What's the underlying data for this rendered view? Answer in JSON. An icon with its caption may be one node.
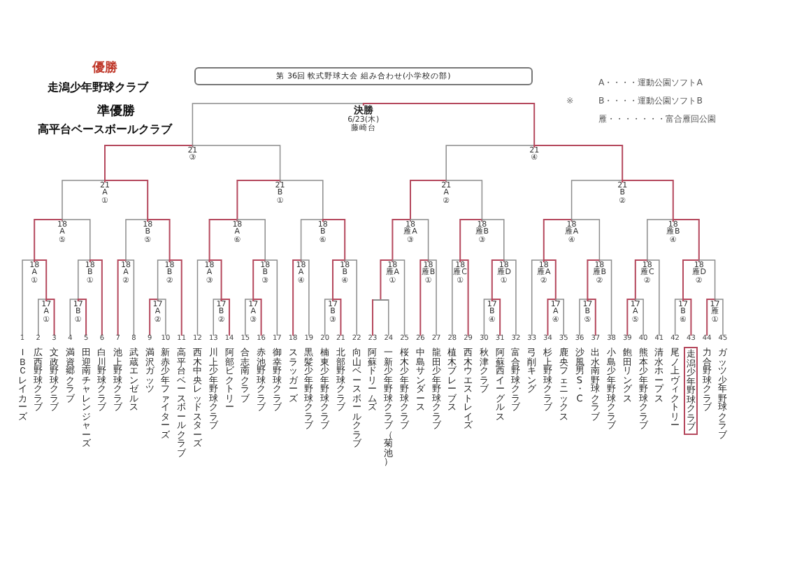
{
  "diagram": {
    "title": "第 36回 軟式野球大会 組み合わせ(小学校の部)",
    "nodes": [
      {
        "text": [
          "決勝",
          "6/23(木) 藤崎台"
        ]
      },
      {
        "text": [
          "21 ③"
        ]
      },
      {
        "text": [
          "21 ④"
        ]
      },
      {
        "text": [
          "21 A ①"
        ]
      },
      {
        "text": [
          "21 B ①"
        ]
      },
      {
        "text": [
          "21 A ②"
        ]
      },
      {
        "text": [
          "21 B ②"
        ]
      },
      {
        "text": [
          "18 A ⑤"
        ]
      },
      {
        "text": [
          "18 B ⑤"
        ]
      },
      {
        "text": [
          "18 A ⑥"
        ]
      },
      {
        "text": [
          "18 B ⑥"
        ]
      },
      {
        "text": [
          "18 雁A ③"
        ]
      },
      {
        "text": [
          "18 雁B ③"
        ]
      },
      {
        "text": [
          "18 雁A ④"
        ]
      },
      {
        "text": [
          "18 雁B ④"
        ]
      },
      {
        "text": [
          "18 A ①"
        ]
      },
      {
        "text": [
          "18 B ①"
        ]
      },
      {
        "text": [
          "18 A ②"
        ]
      },
      {
        "text": [
          "18 B ②"
        ]
      },
      {
        "text": [
          "18 A ③"
        ]
      },
      {
        "text": [
          "18 B ③"
        ]
      },
      {
        "text": [
          "18 A ④"
        ]
      },
      {
        "text": [
          "18 B ④"
        ]
      },
      {
        "text": [
          "18 雁A ①"
        ]
      },
      {
        "text": [
          "18 雁B ①"
        ]
      },
      {
        "text": [
          "18 雁C ①"
        ]
      },
      {
        "text": [
          "18 雁D ①"
        ]
      },
      {
        "text": [
          "18 雁A ②"
        ]
      },
      {
        "text": [
          "18 雁B ②"
        ]
      },
      {
        "text": [
          "18 雁C ②"
        ]
      },
      {
        "text": [
          "18 雁D ②"
        ]
      },
      {
        "text": [
          "17 A ①"
        ]
      },
      {
        "text": [
          "17 B ①"
        ]
      },
      {
        "text": [
          "17 A ②"
        ]
      },
      {
        "text": [
          "17 B ②"
        ]
      },
      {
        "text": [
          "17 A ③"
        ]
      },
      {
        "text": [
          "17 B ③"
        ]
      },
      {
        "text": [],
        "shape": "bar"
      },
      {
        "text": [
          "17 B ④"
        ]
      },
      {
        "text": [
          "17 A ④"
        ]
      },
      {
        "text": [
          "17 B ⑤"
        ]
      },
      {
        "text": [
          "17 A ⑤"
        ]
      },
      {
        "text": [
          "17 B ⑥"
        ]
      },
      {
        "text": [
          "17 雁 ①"
        ]
      },
      {
        "text": [
          "1",
          "ＩＢＣレイカーズ"
        ]
      },
      {
        "text": [
          "2",
          "広西野球クラブ"
        ]
      },
      {
        "text": [
          "3",
          "文政野球クラブ"
        ]
      },
      {
        "text": [
          "4",
          "満資郷クラブ"
        ]
      },
      {
        "text": [
          "5",
          "田迎南チャレンジャーズ"
        ]
      },
      {
        "text": [
          "6",
          "白川野球クラブ"
        ]
      },
      {
        "text": [
          "7",
          "池上野球クラブ"
        ]
      },
      {
        "text": [
          "8",
          "武蔵エンゼルス"
        ]
      },
      {
        "text": [
          "9",
          "満沢ガッツ"
        ]
      },
      {
        "text": [
          "10",
          "新赤少年ファイターズ"
        ]
      },
      {
        "text": [
          "11",
          "高平台ベースボールクラブ"
        ]
      },
      {
        "text": [
          "12",
          "西木中央レッドスターズ"
        ]
      },
      {
        "text": [
          "13",
          "川上少年野球クラブ"
        ]
      },
      {
        "text": [
          "14",
          "阿部ビクトリー"
        ]
      },
      {
        "text": [
          "15",
          "合志南クラブ"
        ]
      },
      {
        "text": [
          "16",
          "赤池野球クラブ"
        ]
      },
      {
        "text": [
          "17",
          "御幸野球クラブ"
        ]
      },
      {
        "text": [
          "18",
          "スラッガーズ"
        ]
      },
      {
        "text": [
          "19",
          "黒髪少年野球クラブ"
        ]
      },
      {
        "text": [
          "20",
          "楠東少年野球クラブ"
        ]
      },
      {
        "text": [
          "21",
          "北部野球クラブ"
        ]
      },
      {
        "text": [
          "22",
          "向山ベースボールクラブ"
        ]
      },
      {
        "text": [
          "23",
          "阿蘇ドリームズ"
        ]
      },
      {
        "text": [
          "24",
          "一新少年野球クラブ（菊池）"
        ]
      },
      {
        "text": [
          "25",
          "桜木少年野球クラブ"
        ]
      },
      {
        "text": [
          "26",
          "中島サンダース"
        ]
      },
      {
        "text": [
          "27",
          "龍田少年野球クラブ"
        ]
      },
      {
        "text": [
          "28",
          "植木ブレーブス"
        ]
      },
      {
        "text": [
          "29",
          "西木ウエストレイズ"
        ]
      },
      {
        "text": [
          "30",
          "秋津クラブ"
        ]
      },
      {
        "text": [
          "31",
          "阿蘇西イーグルス"
        ]
      },
      {
        "text": [
          "32",
          "富合野球クラブ"
        ]
      },
      {
        "text": [
          "33",
          "弓削キング"
        ]
      },
      {
        "text": [
          "34",
          "杉上野球クラブ"
        ]
      },
      {
        "text": [
          "35",
          "鹿央フェニックス"
        ]
      },
      {
        "text": [
          "36",
          "沙風男S・C"
        ]
      },
      {
        "text": [
          "37",
          "出水南野球クラブ"
        ]
      },
      {
        "text": [
          "38",
          "小島少年野球クラブ"
        ]
      },
      {
        "text": [
          "39",
          "飽田リングス"
        ]
      },
      {
        "text": [
          "40",
          "熊本少年野球クラブ"
        ]
      },
      {
        "text": [
          "41",
          "清水ホープス"
        ]
      },
      {
        "text": [
          "42",
          "尾ノ上ヴィクトリー"
        ]
      },
      {
        "text": [
          "43",
          "走潟少年野球クラブ"
        ]
      },
      {
        "text": [
          "44",
          "力合野球クラブ"
        ]
      },
      {
        "text": [
          "45",
          "ガッツ少年野球クラブ"
        ]
      }
    ],
    "edges": [
      {
        "from": 1,
        "to": 0,
        "arrow": "none"
      },
      {
        "from": 2,
        "to": 0,
        "arrow": "none",
        "color": "#b5485d"
      },
      {
        "from": 3,
        "to": 1,
        "arrow": "none",
        "color": "#b5485d"
      },
      {
        "from": 4,
        "to": 1,
        "arrow": "none"
      },
      {
        "from": 5,
        "to": 2,
        "arrow": "none"
      },
      {
        "from": 6,
        "to": 2,
        "arrow": "none",
        "color": "#b5485d"
      },
      {
        "from": 7,
        "to": 3,
        "arrow": "none"
      },
      {
        "from": 8,
        "to": 3,
        "arrow": "none",
        "color": "#b5485d"
      },
      {
        "from": 9,
        "to": 4,
        "arrow": "none",
        "color": "#b5485d"
      },
      {
        "from": 10,
        "to": 4,
        "arrow": "none"
      },
      {
        "from": 11,
        "to": 5,
        "arrow": "none",
        "color": "#b5485d"
      },
      {
        "from": 12,
        "to": 5,
        "arrow": "none"
      },
      {
        "from": 13,
        "to": 6,
        "arrow": "none"
      },
      {
        "from": 14,
        "to": 6,
        "arrow": "none",
        "color": "#b5485d"
      },
      {
        "from": 15,
        "to": 7,
        "arrow": "none",
        "color": "#b5485d"
      },
      {
        "from": 16,
        "to": 7,
        "arrow": "none"
      },
      {
        "from": 17,
        "to": 8,
        "arrow": "none"
      },
      {
        "from": 18,
        "to": 8,
        "arrow": "none",
        "color": "#b5485d"
      },
      {
        "from": 19,
        "to": 9,
        "arrow": "none",
        "color": "#b5485d"
      },
      {
        "from": 20,
        "to": 9,
        "arrow": "none"
      },
      {
        "from": 21,
        "to": 10,
        "arrow": "none"
      },
      {
        "from": 22,
        "to": 10,
        "arrow": "none",
        "color": "#b5485d"
      },
      {
        "from": 23,
        "to": 11,
        "arrow": "none",
        "color": "#b5485d"
      },
      {
        "from": 24,
        "to": 11,
        "arrow": "none"
      },
      {
        "from": 25,
        "to": 12,
        "arrow": "none",
        "color": "#b5485d"
      },
      {
        "from": 26,
        "to": 12,
        "arrow": "none"
      },
      {
        "from": 27,
        "to": 13,
        "arrow": "none",
        "color": "#b5485d"
      },
      {
        "from": 28,
        "to": 13,
        "arrow": "none"
      },
      {
        "from": 29,
        "to": 14,
        "arrow": "none"
      },
      {
        "from": 30,
        "to": 14,
        "arrow": "none",
        "color": "#b5485d"
      },
      {
        "from": 44,
        "to": 15,
        "arrow": "none"
      },
      {
        "from": 31,
        "to": 15,
        "arrow": "none",
        "color": "#b5485d"
      },
      {
        "from": 32,
        "to": 16,
        "arrow": "none"
      },
      {
        "from": 49,
        "to": 16,
        "arrow": "none",
        "color": "#b5485d"
      },
      {
        "from": 50,
        "to": 17,
        "arrow": "none",
        "color": "#b5485d"
      },
      {
        "from": 51,
        "to": 17,
        "arrow": "none"
      },
      {
        "from": 33,
        "to": 18,
        "arrow": "none"
      },
      {
        "from": 54,
        "to": 18,
        "arrow": "none",
        "color": "#b5485d"
      },
      {
        "from": 55,
        "to": 19,
        "arrow": "none"
      },
      {
        "from": 34,
        "to": 19,
        "arrow": "none",
        "color": "#b5485d"
      },
      {
        "from": 35,
        "to": 20,
        "arrow": "none",
        "color": "#b5485d"
      },
      {
        "from": 60,
        "to": 20,
        "arrow": "none"
      },
      {
        "from": 61,
        "to": 21,
        "arrow": "none",
        "color": "#b5485d"
      },
      {
        "from": 62,
        "to": 21,
        "arrow": "none"
      },
      {
        "from": 36,
        "to": 22,
        "arrow": "none",
        "color": "#b5485d"
      },
      {
        "from": 65,
        "to": 22,
        "arrow": "none"
      },
      {
        "from": 37,
        "to": 23,
        "arrow": "none",
        "color": "#b5485d"
      },
      {
        "from": 68,
        "to": 23,
        "arrow": "none"
      },
      {
        "from": 69,
        "to": 24,
        "arrow": "none",
        "color": "#b5485d"
      },
      {
        "from": 70,
        "to": 24,
        "arrow": "none"
      },
      {
        "from": 71,
        "to": 25,
        "arrow": "none"
      },
      {
        "from": 72,
        "to": 25,
        "arrow": "none",
        "color": "#b5485d"
      },
      {
        "from": 38,
        "to": 26,
        "arrow": "none",
        "color": "#b5485d"
      },
      {
        "from": 75,
        "to": 26,
        "arrow": "none"
      },
      {
        "from": 76,
        "to": 27,
        "arrow": "none"
      },
      {
        "from": 39,
        "to": 27,
        "arrow": "none",
        "color": "#b5485d"
      },
      {
        "from": 40,
        "to": 28,
        "arrow": "none",
        "color": "#b5485d"
      },
      {
        "from": 81,
        "to": 28,
        "arrow": "none"
      },
      {
        "from": 41,
        "to": 29,
        "arrow": "none",
        "color": "#b5485d"
      },
      {
        "from": 84,
        "to": 29,
        "arrow": "none"
      },
      {
        "from": 42,
        "to": 30,
        "arrow": "none",
        "color": "#b5485d"
      },
      {
        "from": 43,
        "to": 30,
        "arrow": "none"
      },
      {
        "from": 45,
        "to": 31,
        "arrow": "none"
      },
      {
        "from": 46,
        "to": 31,
        "arrow": "none",
        "color": "#b5485d"
      },
      {
        "from": 47,
        "to": 32,
        "arrow": "none"
      },
      {
        "from": 48,
        "to": 32,
        "arrow": "none",
        "color": "#b5485d"
      },
      {
        "from": 52,
        "to": 33,
        "arrow": "none",
        "color": "#b5485d"
      },
      {
        "from": 53,
        "to": 33,
        "arrow": "none"
      },
      {
        "from": 56,
        "to": 34,
        "arrow": "none"
      },
      {
        "from": 57,
        "to": 34,
        "arrow": "none",
        "color": "#b5485d"
      },
      {
        "from": 58,
        "to": 35,
        "arrow": "none"
      },
      {
        "from": 59,
        "to": 35,
        "arrow": "none",
        "color": "#b5485d"
      },
      {
        "from": 63,
        "to": 36,
        "arrow": "none"
      },
      {
        "from": 64,
        "to": 36,
        "arrow": "none",
        "color": "#b5485d"
      },
      {
        "from": 66,
        "to": 37,
        "arrow": "none",
        "color": "#b5485d"
      },
      {
        "from": 67,
        "to": 37,
        "arrow": "none"
      },
      {
        "from": 73,
        "to": 38,
        "arrow": "none"
      },
      {
        "from": 74,
        "to": 38,
        "arrow": "none",
        "color": "#b5485d"
      },
      {
        "from": 77,
        "to": 39,
        "arrow": "none",
        "color": "#b5485d"
      },
      {
        "from": 78,
        "to": 39,
        "arrow": "none"
      },
      {
        "from": 79,
        "to": 40,
        "arrow": "none"
      },
      {
        "from": 80,
        "to": 40,
        "arrow": "none",
        "color": "#b5485d"
      },
      {
        "from": 82,
        "to": 41,
        "arrow": "none",
        "color": "#b5485d"
      },
      {
        "from": 83,
        "to": 41,
        "arrow": "none"
      },
      {
        "from": 85,
        "to": 42,
        "arrow": "none"
      },
      {
        "from": 86,
        "to": 42,
        "arrow": "none",
        "color": "#b5485d"
      },
      {
        "from": 87,
        "to": 43,
        "arrow": "none",
        "color": "#b5485d"
      },
      {
        "from": 88,
        "to": 43,
        "arrow": "none"
      }
    ],
    "labels": [
      "優勝",
      "走潟少年野球クラブ",
      "準優勝",
      "高平台ベースボールクラブ",
      "A・・・・運動公園ソフトA",
      "※",
      "B・・・・運動公園ソフトB",
      "雁・・・・・・・富合雁回公園"
    ]
  }
}
